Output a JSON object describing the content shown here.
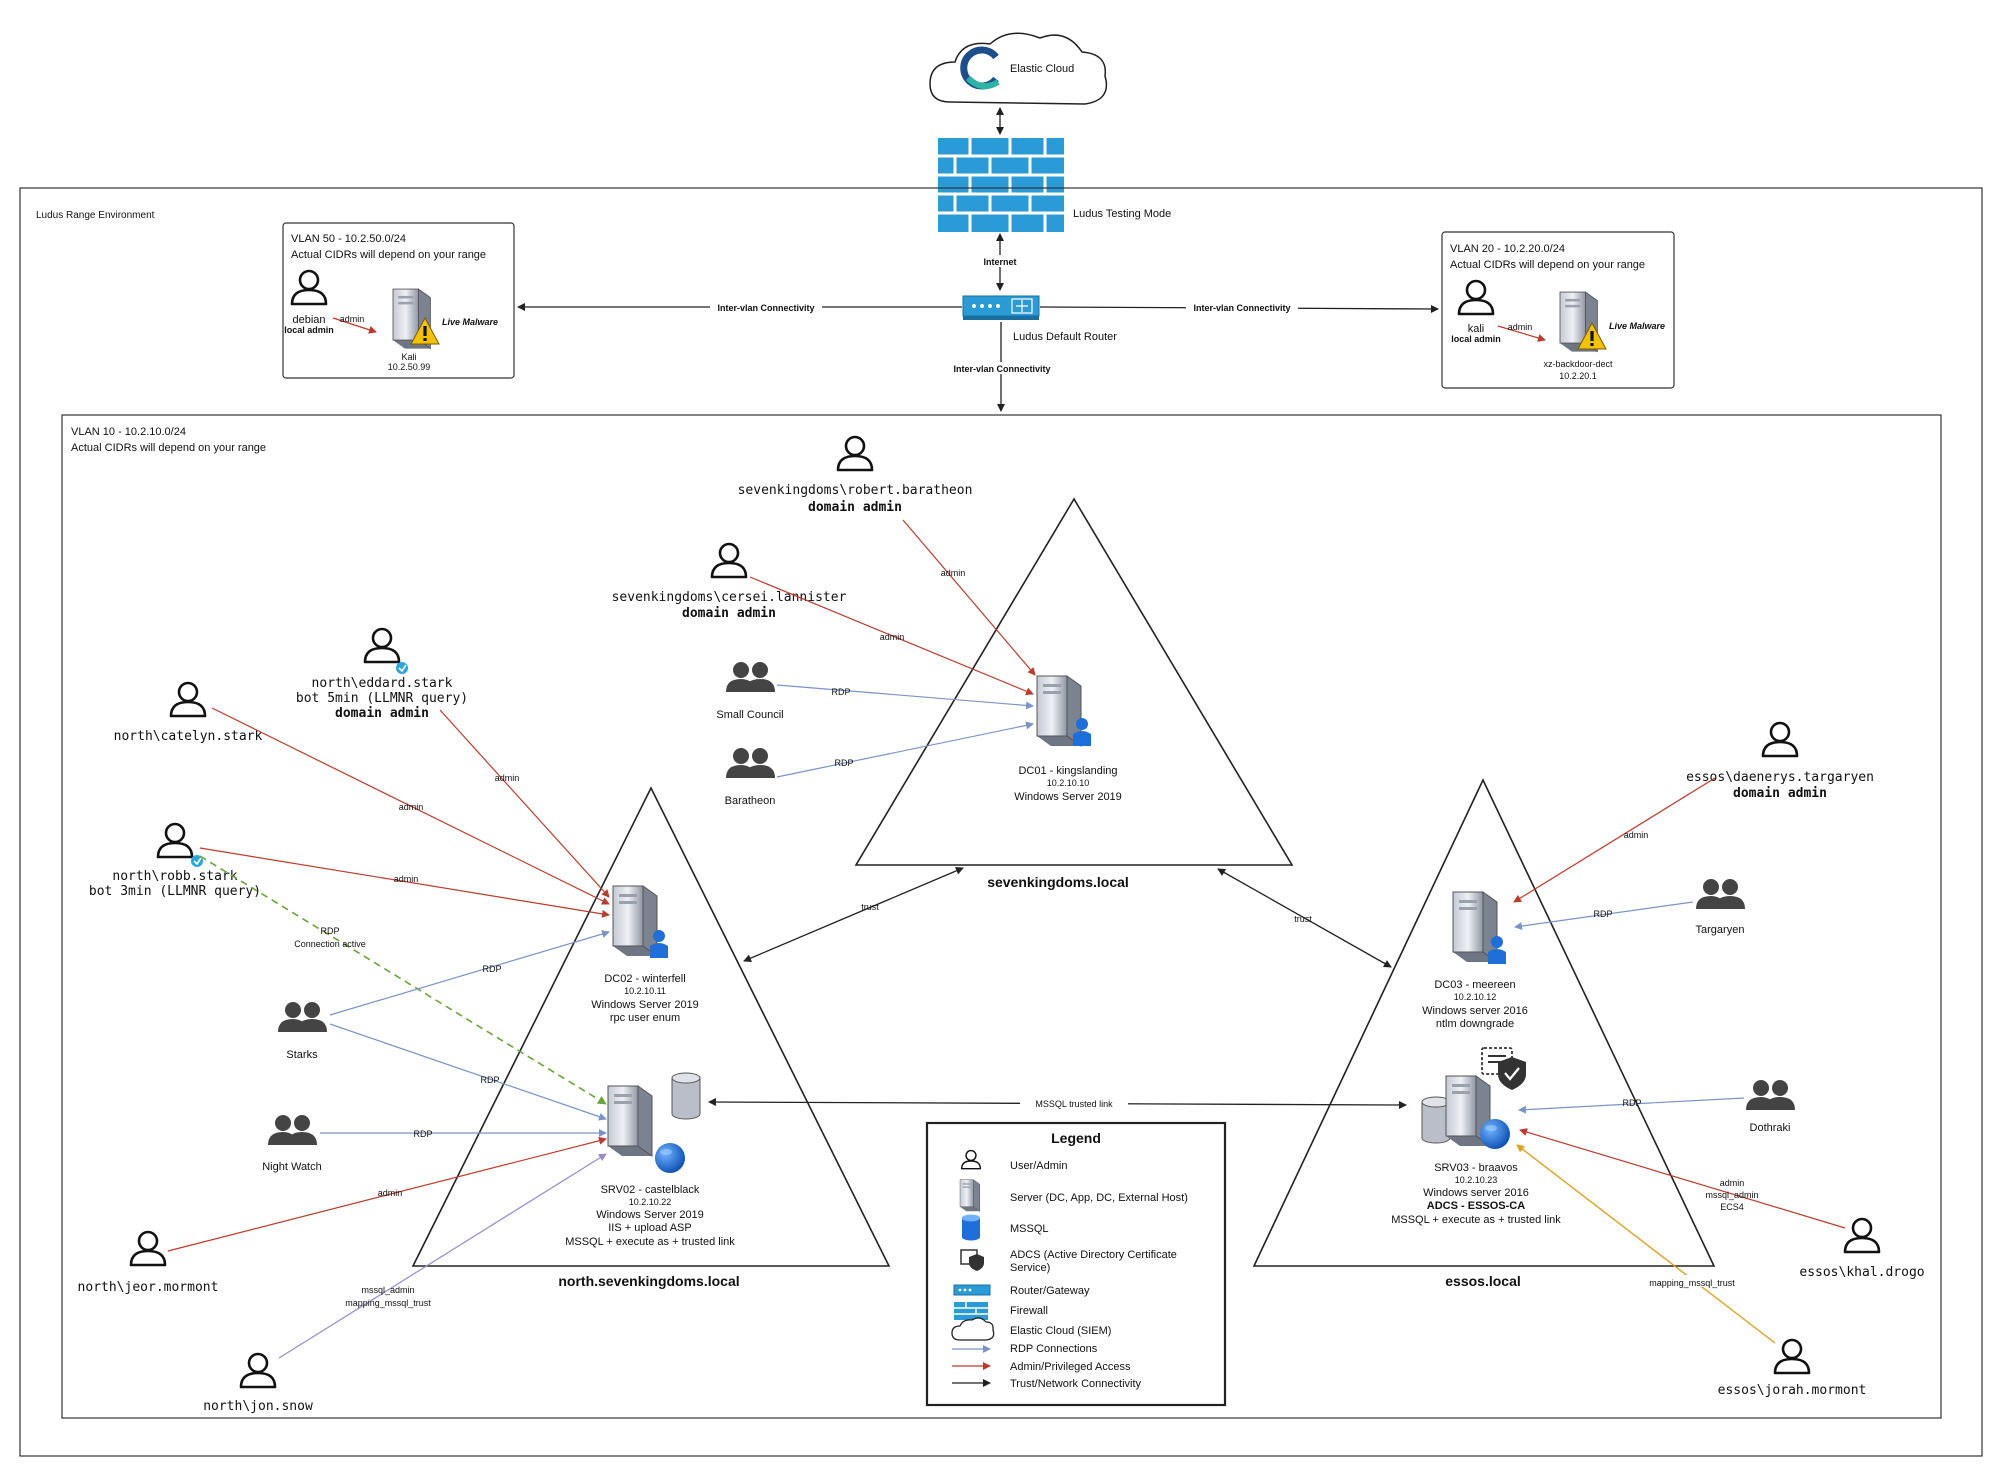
{
  "cloud": {
    "label": "Elastic Cloud"
  },
  "firewall": {
    "label": "Ludus Testing Mode"
  },
  "router": {
    "label": "Ludus Default Router",
    "internet": "Internet"
  },
  "env": {
    "title": "Ludus Range Environment"
  },
  "links": {
    "intervlan": "Inter-vlan Connectivity",
    "admin": "admin",
    "rdp": "RDP",
    "trust": "trust",
    "mssql_link": "MSSQL trusted link",
    "rdp_active": "RDP",
    "connection_active": "Connection active",
    "mssql_admin": "mssql_admin",
    "mapping_mssql_trust": "mapping_mssql_trust",
    "drogo_admin": "admin",
    "drogo_mssql_admin": "mssql_admin",
    "drogo_ecs4": "ECS4"
  },
  "vlan50": {
    "title": "VLAN 50 - 10.2.50.0/24",
    "subtitle": "Actual CIDRs will depend on your range",
    "user": "debian",
    "user_role": "local admin",
    "server_name": "Kali",
    "server_ip": "10.2.50.99",
    "malware": "Live Malware"
  },
  "vlan20": {
    "title": "VLAN 20 - 10.2.20.0/24",
    "subtitle": "Actual CIDRs will depend on your range",
    "user": "kali",
    "user_role": "local admin",
    "server_name": "xz-backdoor-dect",
    "server_ip": "10.2.20.1",
    "malware": "Live Malware"
  },
  "vlan10": {
    "title": "VLAN 10 - 10.2.10.0/24",
    "subtitle": "Actual CIDRs will depend on your range"
  },
  "domains": {
    "sevenkingdoms": "sevenkingdoms.local",
    "north": "north.sevenkingdoms.local",
    "essos": "essos.local"
  },
  "servers": {
    "dc01": {
      "name": "DC01 - kingslanding",
      "ip": "10.2.10.10",
      "os": "Windows Server 2019"
    },
    "dc02": {
      "name": "DC02 - winterfell",
      "ip": "10.2.10.11",
      "os": "Windows Server 2019",
      "note": "rpc user enum"
    },
    "srv02": {
      "name": "SRV02 - castelblack",
      "ip": "10.2.10.22",
      "os": "Windows Server 2019",
      "note1": "IIS + upload ASP",
      "note2": "MSSQL + execute as + trusted link"
    },
    "dc03": {
      "name": "DC03 - meereen",
      "ip": "10.2.10.12",
      "os": "Windows server 2016",
      "note": "ntlm downgrade"
    },
    "srv03": {
      "name": "SRV03 - braavos",
      "ip": "10.2.10.23",
      "os": "Windows server 2016",
      "adcs": "ADCS - ESSOS-CA",
      "note": "MSSQL + execute as + trusted link"
    }
  },
  "users": {
    "robert": {
      "name": "sevenkingdoms\\robert.baratheon",
      "role": "domain admin"
    },
    "cersei": {
      "name": "sevenkingdoms\\cersei.lannister",
      "role": "domain admin"
    },
    "eddard": {
      "name": "north\\eddard.stark",
      "bot": "bot 5min (LLMNR query)",
      "role": "domain admin"
    },
    "catelyn": {
      "name": "north\\catelyn.stark"
    },
    "robb": {
      "name": "north\\robb.stark",
      "bot": "bot 3min (LLMNR query)"
    },
    "jeor": {
      "name": "north\\jeor.mormont"
    },
    "jon": {
      "name": "north\\jon.snow"
    },
    "daenerys": {
      "name": "essos\\daenerys.targaryen",
      "role": "domain admin"
    },
    "drogo": {
      "name": "essos\\khal.drogo"
    },
    "jorah": {
      "name": "essos\\jorah.mormont"
    }
  },
  "groups": {
    "small_council": "Small Council",
    "baratheon": "Baratheon",
    "starks": "Starks",
    "night_watch": "Night Watch",
    "targaryen": "Targaryen",
    "dothraki": "Dothraki"
  },
  "legend": {
    "title": "Legend",
    "items": [
      "User/Admin",
      "Server (DC, App, DC, External Host)",
      "MSSQL",
      "ADCS (Active Directory Certificate",
      "Service)",
      "Router/Gateway",
      "Firewall",
      "Elastic Cloud (SIEM)",
      "RDP Connections",
      "Admin/Privileged Access",
      "Trust/Network Connectivity"
    ]
  },
  "colors": {
    "admin": "#c0392b",
    "rdp": "#7a94c7",
    "trust": "#222222",
    "firewall": "#2a9bd6",
    "globe": "#1e6fd9",
    "warning": "#f2c200"
  }
}
